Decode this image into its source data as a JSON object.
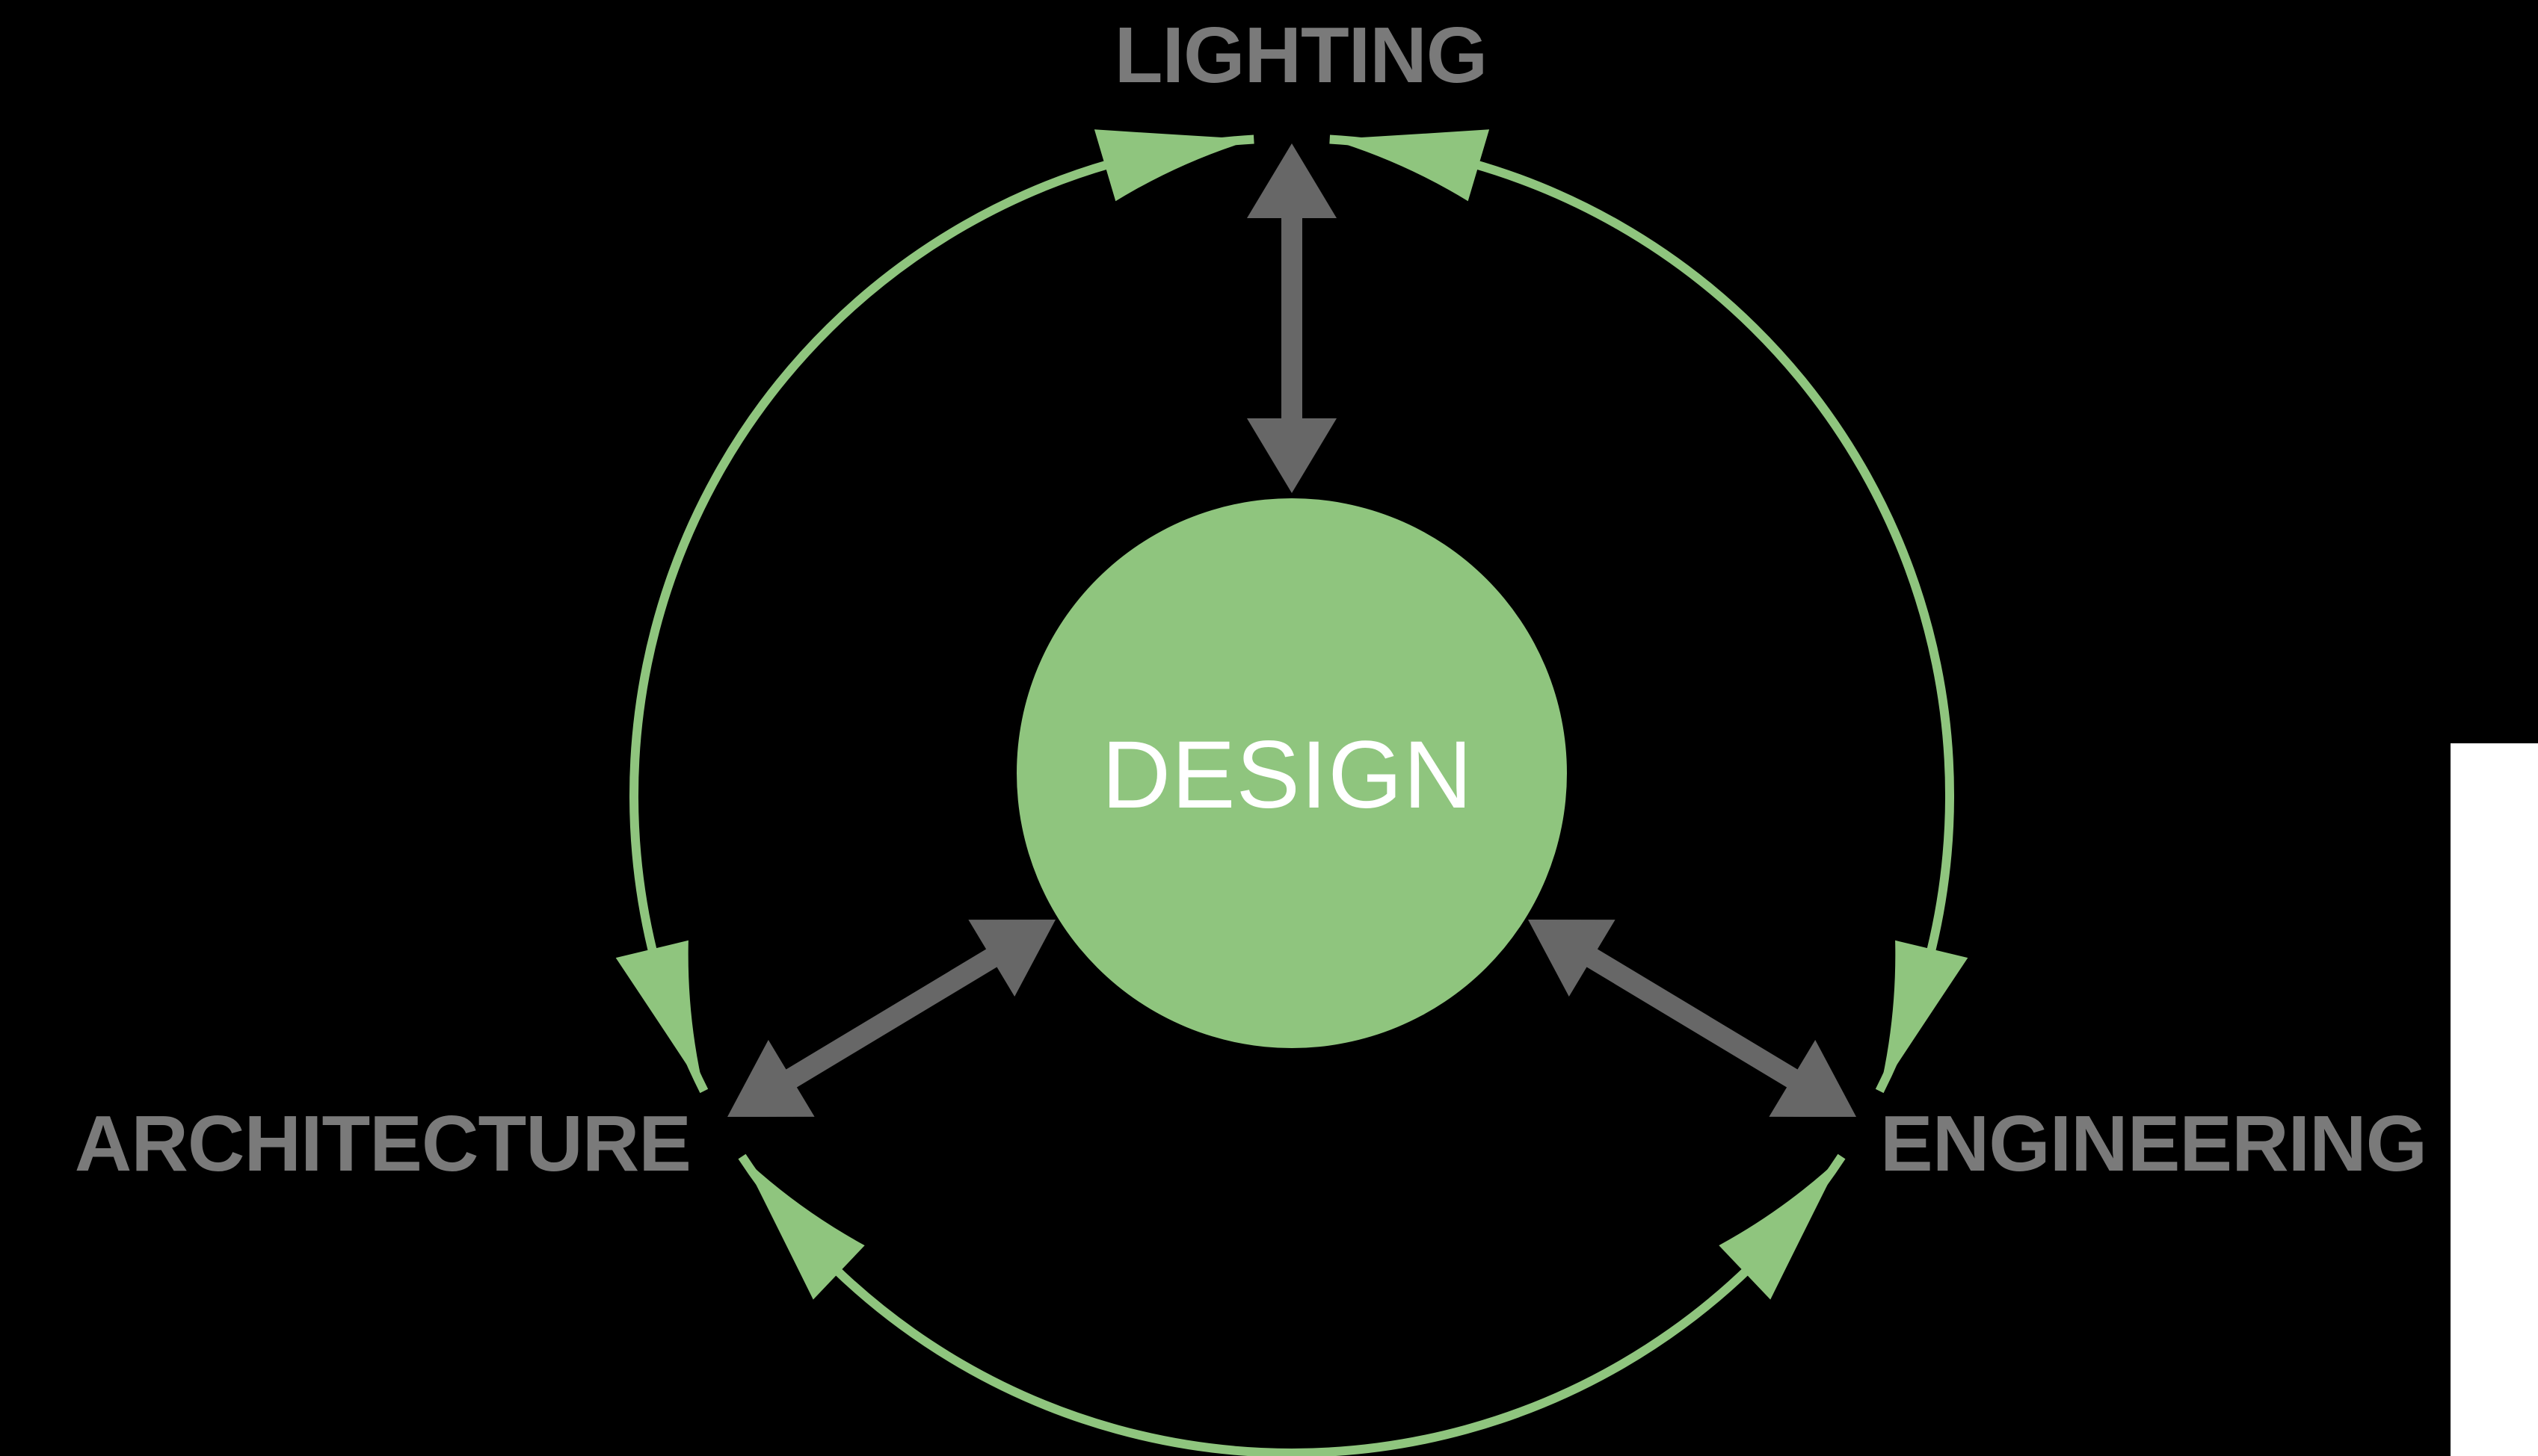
{
  "diagram": {
    "center": {
      "label": "DESIGN"
    },
    "nodes": [
      {
        "id": "lighting",
        "label": "LIGHTING"
      },
      {
        "id": "architecture",
        "label": "ARCHITECTURE"
      },
      {
        "id": "engineering",
        "label": "ENGINEERING"
      }
    ],
    "links": [
      {
        "from": "DESIGN",
        "to": "LIGHTING",
        "type": "bidirectional"
      },
      {
        "from": "DESIGN",
        "to": "ARCHITECTURE",
        "type": "bidirectional"
      },
      {
        "from": "DESIGN",
        "to": "ENGINEERING",
        "type": "bidirectional"
      }
    ],
    "cycle": {
      "between": [
        "LIGHTING",
        "ENGINEERING",
        "ARCHITECTURE"
      ],
      "style": "three curved double-headed arc arrows forming a ring"
    },
    "colors": {
      "background": "#000000",
      "panel": "#FFFFFF",
      "green": "#8FC57E",
      "arrow_gray": "#676767",
      "label_gray": "#7A7A7A",
      "center_text": "#FFFFFF"
    }
  }
}
